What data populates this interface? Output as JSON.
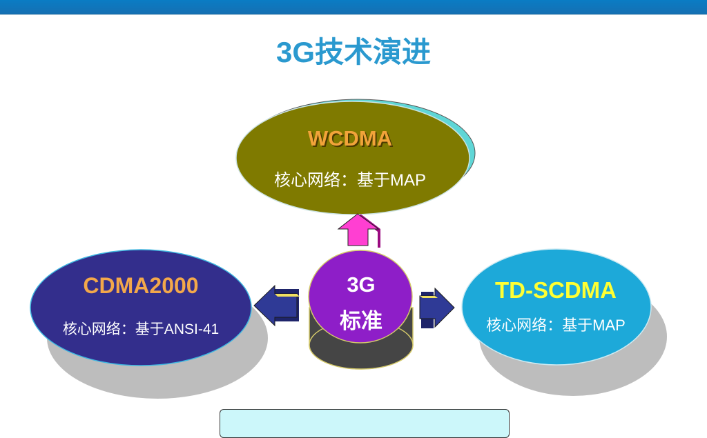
{
  "title": "3G技术演进",
  "nodes": {
    "wcdma": {
      "name": "WCDMA",
      "core": "核心网络：基于MAP"
    },
    "cdma2000": {
      "name": "CDMA2000",
      "core": "核心网络：基于ANSI-41"
    },
    "tdscdma": {
      "name": "TD-SCDMA",
      "core": "核心网络：基于MAP"
    },
    "center": {
      "line1": "3G",
      "line2": "标准"
    }
  },
  "colors": {
    "topbar": "#0a7cc4",
    "title": "#2a99cf",
    "wcdma_fill": "#7f7a00",
    "cdma2000_fill": "#332e8c",
    "tdscdma_fill": "#1da9d9",
    "center_fill": "#8e1ec8",
    "up_arrow": "#ff3fd2",
    "side_arrows": "#2f3a96",
    "bottom_box": "#ccf7fa"
  }
}
